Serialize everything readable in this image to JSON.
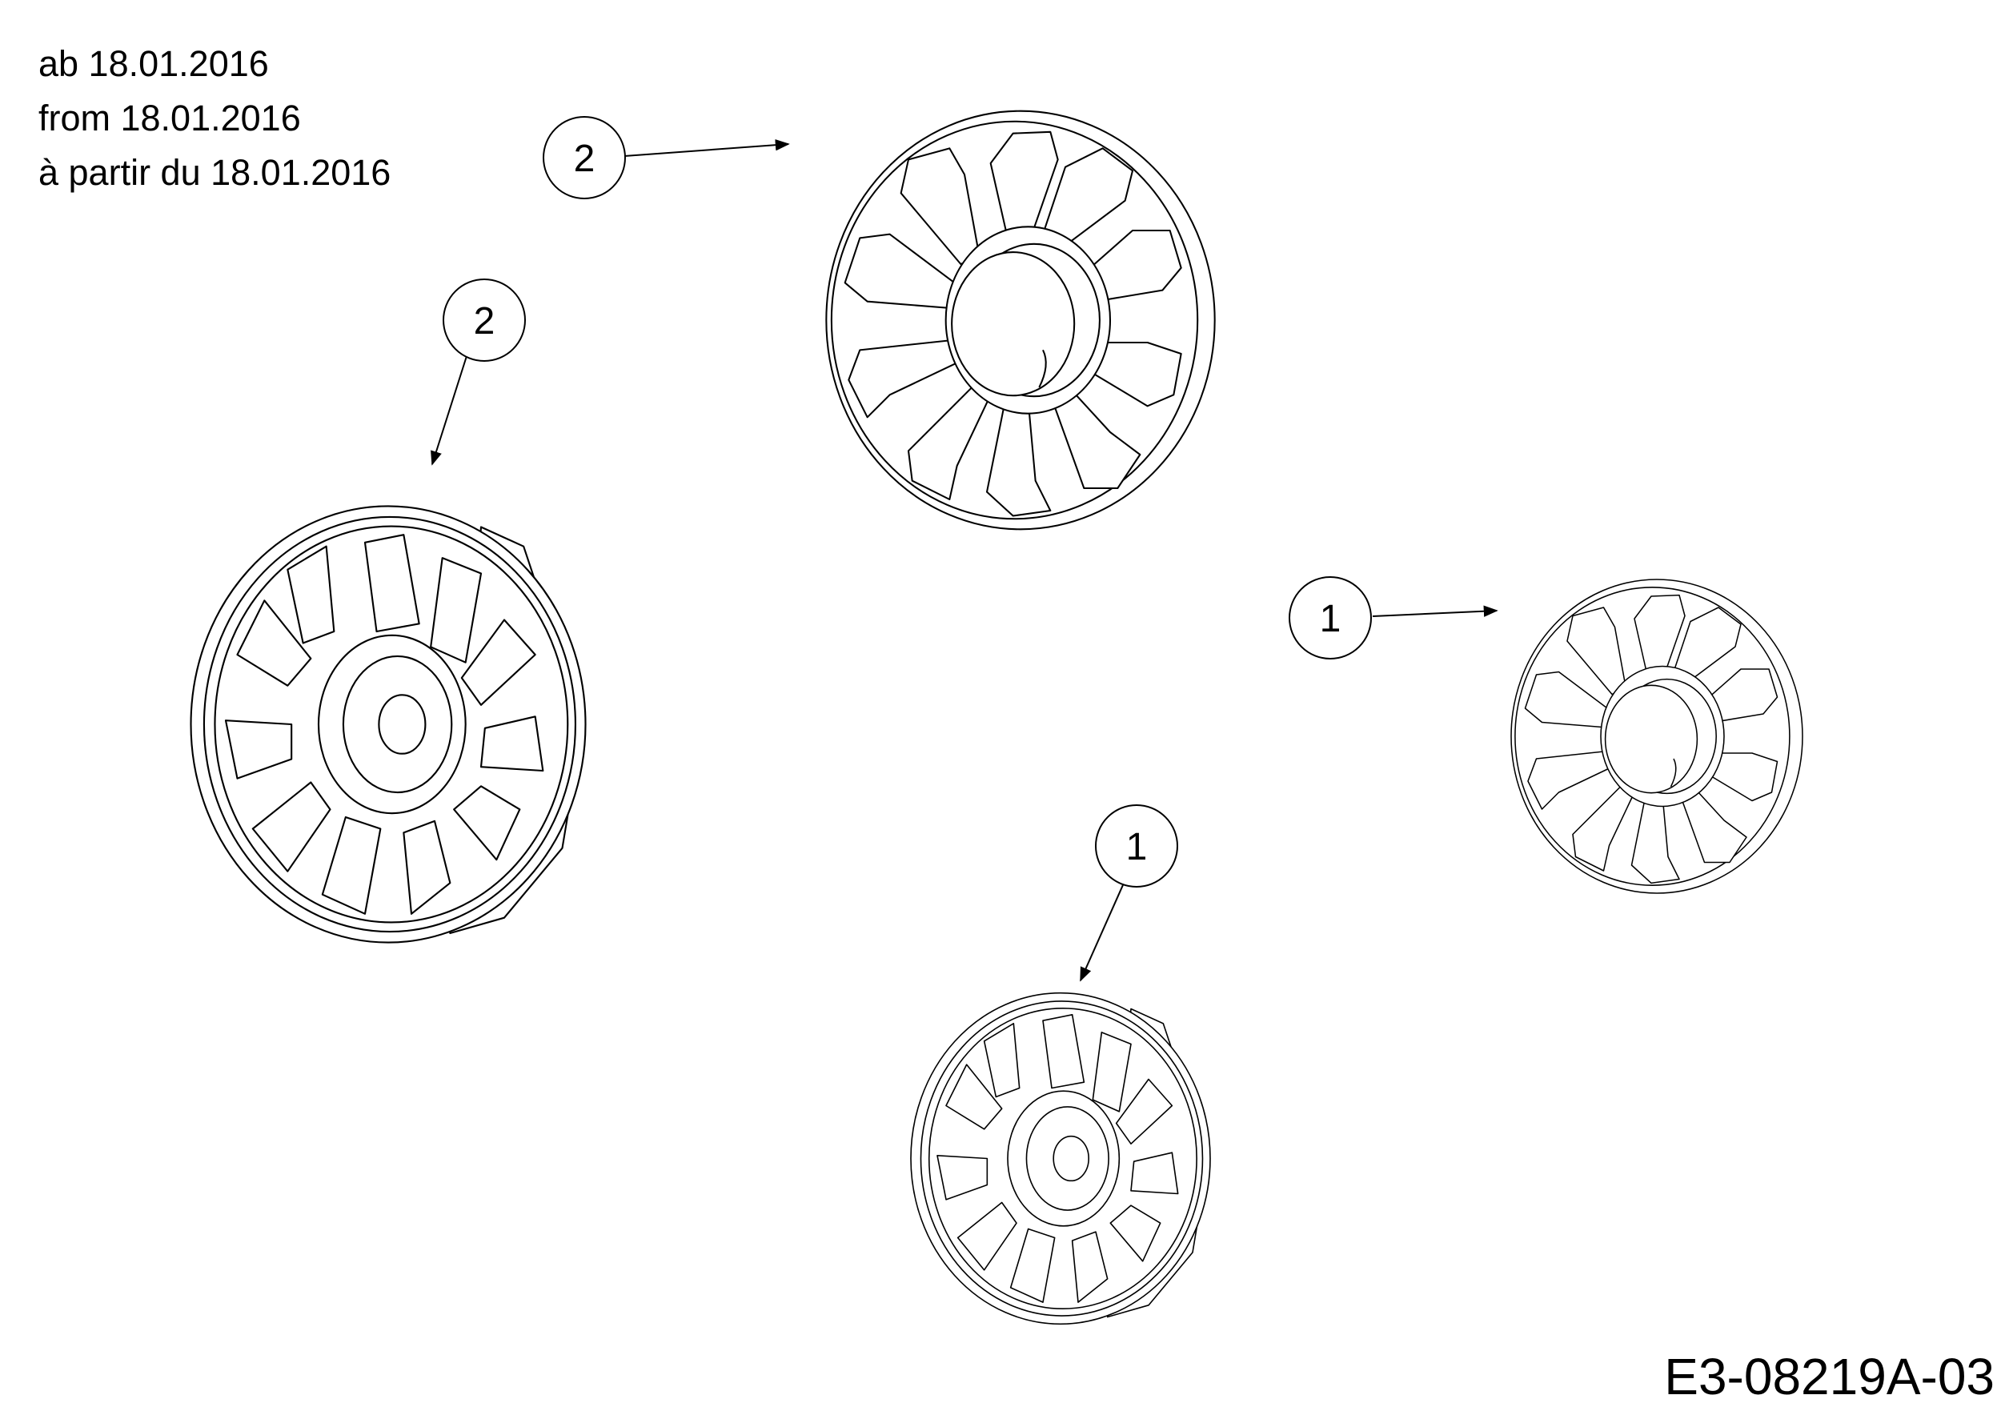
{
  "validity_note": {
    "de": "ab 18.01.2016",
    "en": "from 18.01.2016",
    "fr": "à partir du 18.01.2016"
  },
  "drawing_number": "E3-08219A-03",
  "callouts": [
    {
      "label": "2",
      "part": "large wheel cap, back view"
    },
    {
      "label": "2",
      "part": "large wheel cap, front view"
    },
    {
      "label": "1",
      "part": "small wheel cap, back view"
    },
    {
      "label": "1",
      "part": "small wheel cap, front view"
    }
  ],
  "colors": {
    "line": "#000000",
    "background": "#ffffff"
  }
}
